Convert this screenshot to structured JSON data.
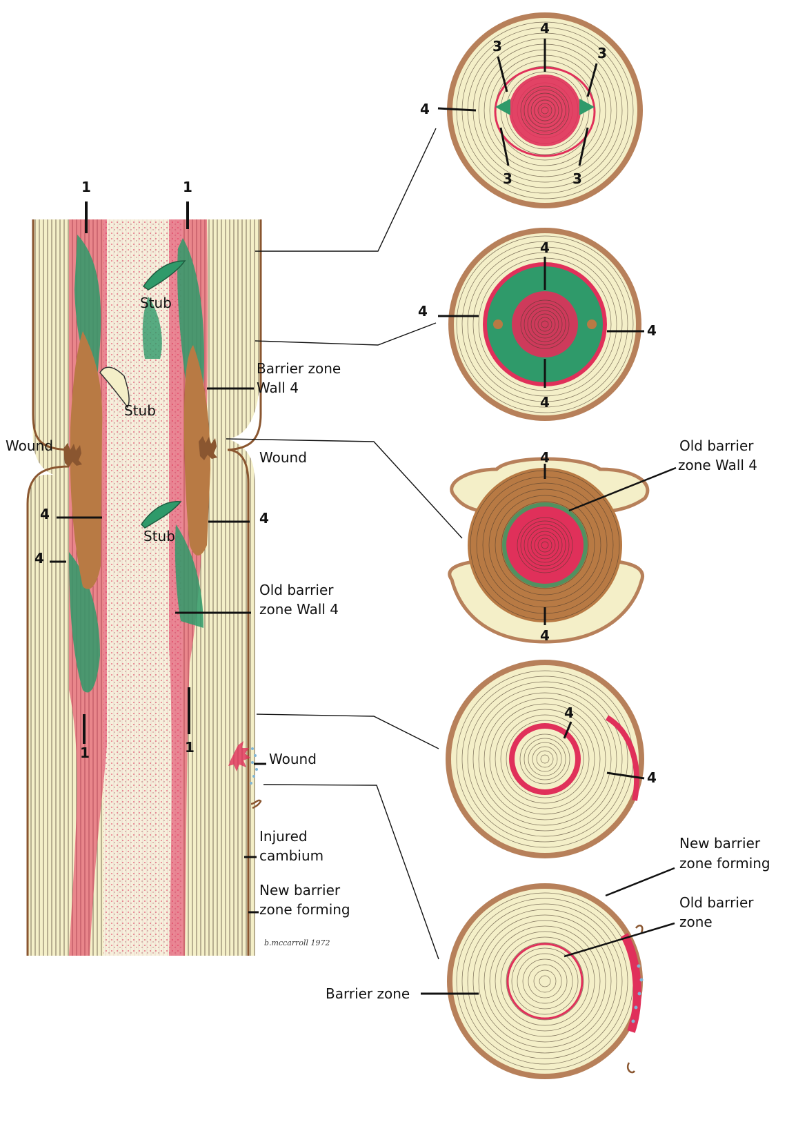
{
  "colors": {
    "wood": "#f4efc8",
    "bark": "#b7805a",
    "bark_dark": "#8a5630",
    "barrier_red": "#e0305a",
    "discolored_green": "#2f9a6a",
    "decay_brown": "#b87a44",
    "wound_blue": "#7fb5d6",
    "line": "#111111"
  },
  "icons": {
    "wound": "jagged-wound-icon",
    "stub": "branch-stub-icon"
  },
  "stem": {
    "labels": {
      "one_top_left": "1",
      "one_top_right": "1",
      "one_bottom_left": "1",
      "one_bottom_right": "1",
      "stub_top": "Stub",
      "stub_middle": "Stub",
      "stub_lower": "Stub",
      "barrier_zone_wall4_line1": "Barrier zone",
      "barrier_zone_wall4_line2": "Wall 4",
      "wound_left": "Wound",
      "wound_right": "Wound",
      "four_left_upper": "4",
      "four_left_lower": "4",
      "four_right": "4",
      "old_barrier_line1": "Old barrier",
      "old_barrier_line2": "zone Wall 4",
      "wound_lower": "Wound",
      "injured_line1": "Injured",
      "injured_line2": "cambium",
      "new_barrier_line1": "New barrier",
      "new_barrier_line2": "zone forming"
    },
    "signature": "b.mccarroll 1972"
  },
  "sections": [
    {
      "labels": {
        "top4": "4",
        "left4": "4",
        "tl3": "3",
        "tr3": "3",
        "bl3": "3",
        "br3": "3"
      }
    },
    {
      "labels": {
        "top4": "4",
        "left4": "4",
        "right4": "4",
        "bottom4": "4"
      }
    },
    {
      "labels": {
        "top4": "4",
        "bottom4": "4",
        "old_line1": "Old barrier",
        "old_line2": "zone Wall 4"
      }
    },
    {
      "labels": {
        "inner4": "4",
        "right4": "4"
      }
    },
    {
      "labels": {
        "new_line1": "New barrier",
        "new_line2": "zone forming",
        "old_line1": "Old barrier",
        "old_line2": "zone",
        "barrier": "Barrier zone"
      }
    }
  ]
}
